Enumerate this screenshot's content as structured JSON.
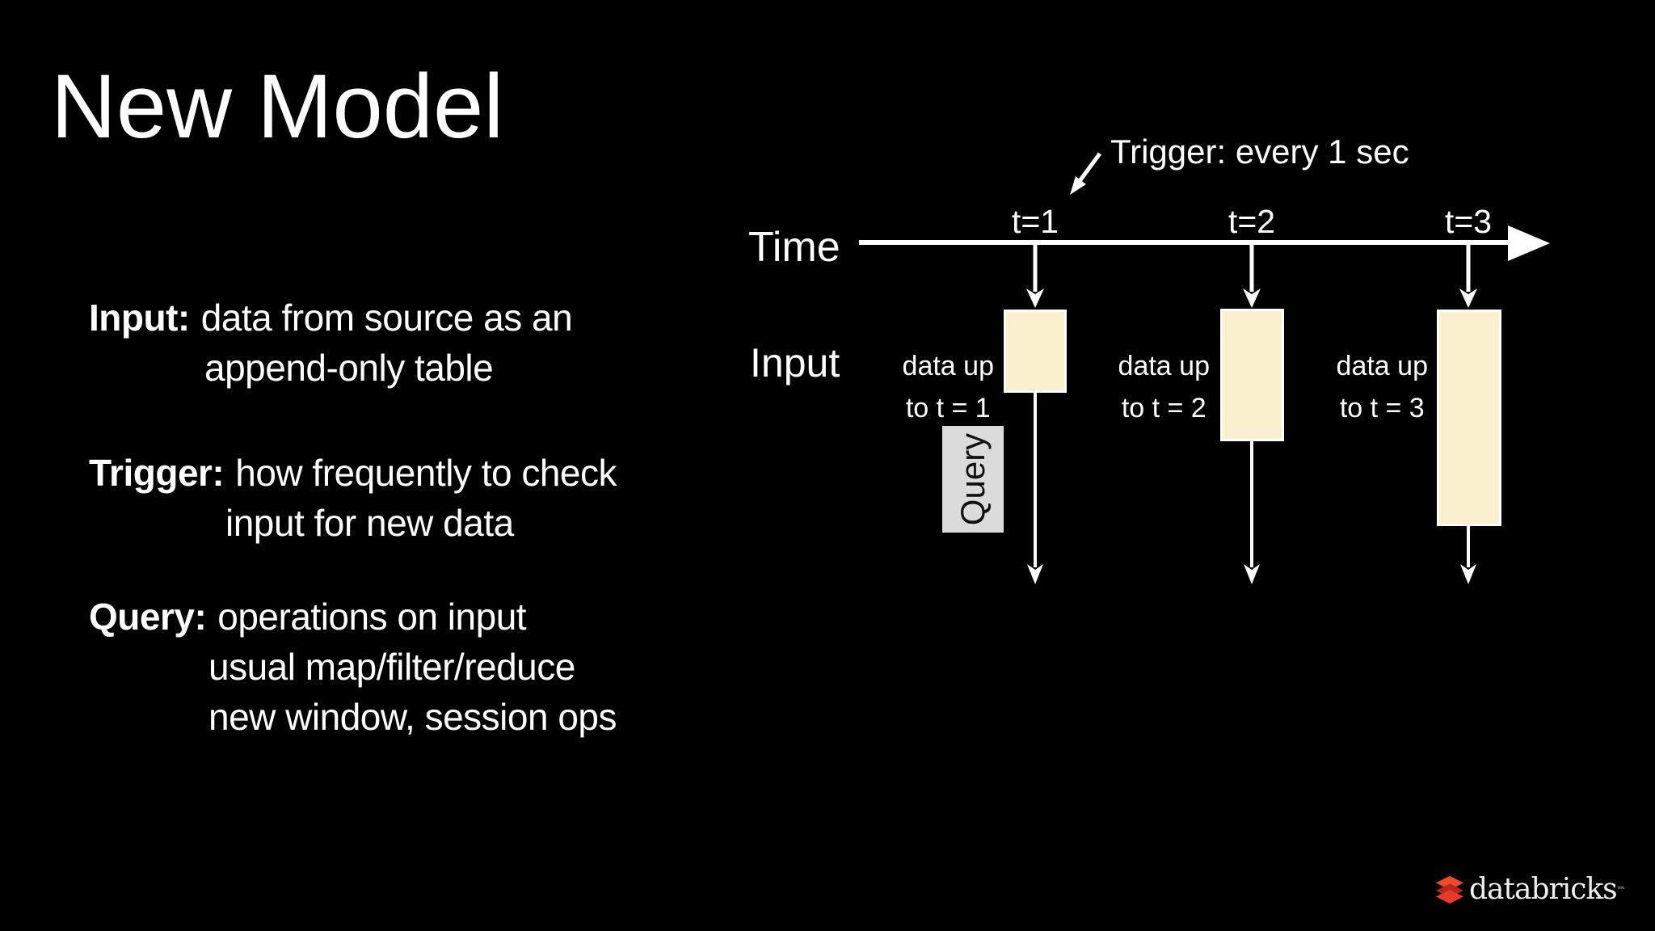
{
  "slide": {
    "title": "New Model",
    "background_color": "#000000"
  },
  "definitions": [
    {
      "term": "Input:",
      "rest": "data from source as an",
      "continuations": [
        "append-only table"
      ]
    },
    {
      "term": "Trigger:",
      "rest": "how frequently to check",
      "continuations": [
        "input for new data"
      ]
    },
    {
      "term": "Query:",
      "rest": "operations on input",
      "continuations": [
        "usual map/filter/reduce",
        "new window, session ops"
      ]
    }
  ],
  "diagram": {
    "trigger_note": "Trigger: every 1 sec",
    "time_label": "Time",
    "input_label": "Input",
    "query_label": "Query",
    "columns": [
      {
        "tick": "t=1",
        "data_line1": "data up",
        "data_line2": "to t = 1"
      },
      {
        "tick": "t=2",
        "data_line1": "data up",
        "data_line2": "to t = 2"
      },
      {
        "tick": "t=3",
        "data_line1": "data up",
        "data_line2": "to t = 3"
      }
    ],
    "colors": {
      "box_fill": "#FAF0CE",
      "box_border": "#FFFFFF",
      "query_background": "#DBDBDB",
      "arrow": "#FFFFFF"
    }
  },
  "footer": {
    "brand": "databricks",
    "trademark": "™",
    "brand_red": "#E8392B"
  }
}
